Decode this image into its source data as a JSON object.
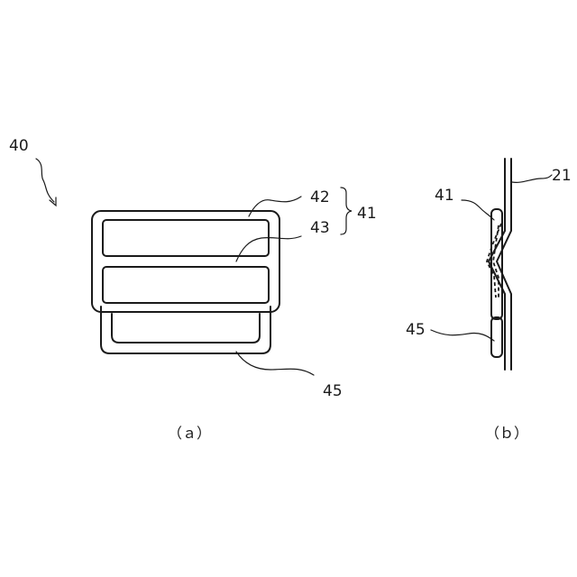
{
  "labels": {
    "assembly": "40",
    "buckle_upper": "41",
    "top_bar": "42",
    "middle_bar": "43",
    "lower_loop": "45",
    "strap": "21",
    "side_upper": "41",
    "side_lower": "45"
  },
  "captions": {
    "a": "（ａ）",
    "b": "（ｂ）"
  }
}
